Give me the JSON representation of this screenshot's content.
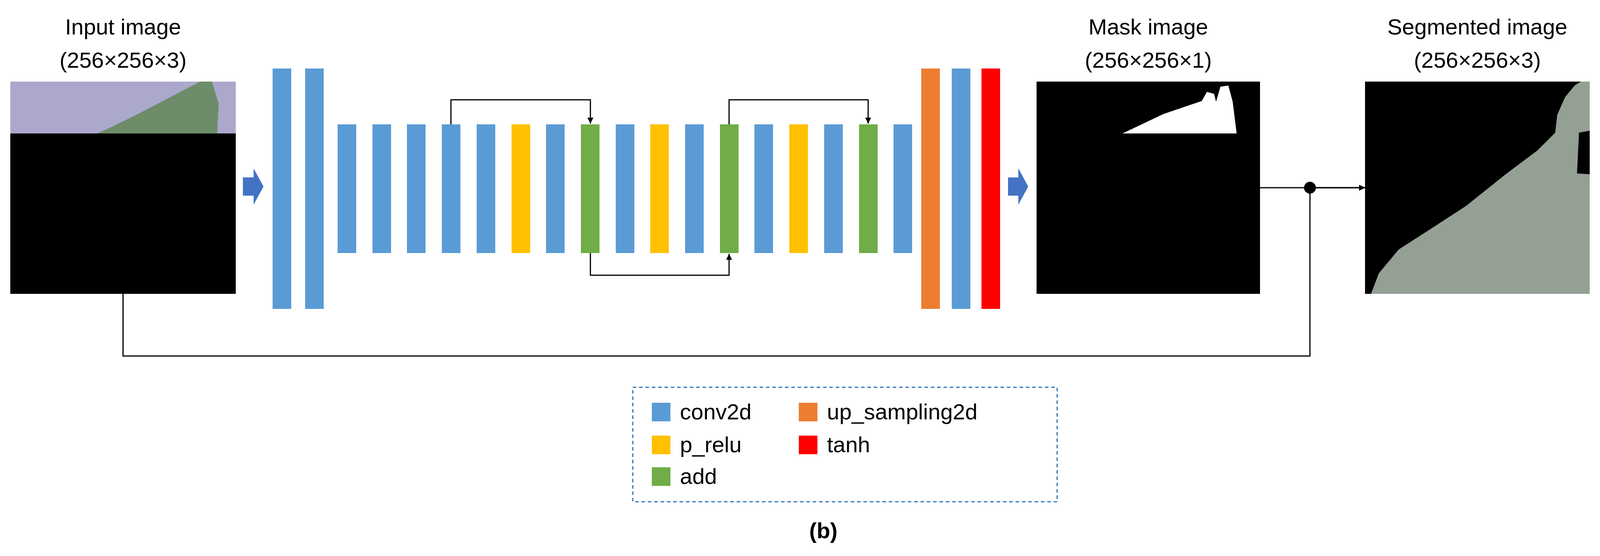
{
  "diagram": {
    "caption": "(b)",
    "nodes": [
      {
        "text": [
          "Input image",
          "(256×256×3)"
        ]
      },
      {
        "text": [
          "Mask image",
          "(256×256×1)"
        ]
      },
      {
        "text": [
          "Segmented image",
          "(256×256×3)"
        ]
      }
    ],
    "edges": [
      {
        "from": 1,
        "to": 2,
        "arrow": "to"
      },
      {
        "from": 0,
        "to": 2,
        "arrow": "to"
      }
    ],
    "legend": [
      {
        "text": "conv2d",
        "color": "#5b9bd5"
      },
      {
        "text": "up_sampling2d",
        "color": "#ed7d31"
      },
      {
        "text": "p_relu",
        "color": "#ffc000"
      },
      {
        "text": "tanh",
        "color": "#ff0000"
      },
      {
        "text": "add",
        "color": "#70ad47"
      }
    ]
  }
}
